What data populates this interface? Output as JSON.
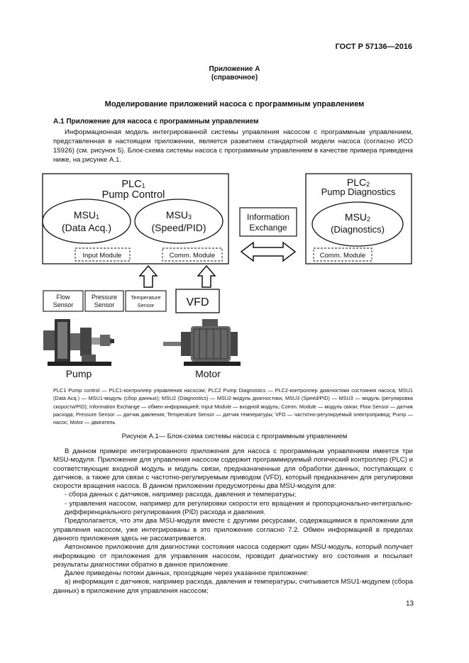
{
  "header": {
    "standard": "ГОСТ Р 57136—2016"
  },
  "annex": {
    "title": "Приложение А",
    "note": "(справочное)"
  },
  "doc_title": "Моделирование приложений насоса с программным управлением",
  "section": {
    "heading": "А.1 Приложение для насоса с программным управлением"
  },
  "intro": "Информационная модель интегрированной системы управления насосом с программным управлением, представленная в настоящем приложении, является развитием стандартной модели насоса (согласно ИСО 15926) (см. рисунок 5). Блок-схема системы насоса с программным управлением в качестве примера приведена ниже, на рисунке А.1.",
  "diagram": {
    "plc1": {
      "line1": "PLC",
      "sub1": "1",
      "line2": "Pump Control"
    },
    "msu1": {
      "name": "MSU",
      "sub": "1",
      "role": "(Data Acq.)"
    },
    "msu3": {
      "name": "MSU",
      "sub": "3",
      "role": "(Speed/PID)"
    },
    "input_module": "Input Module",
    "comm_module_1": "Comm. Module",
    "info_exchange": {
      "line1": "Information",
      "line2": "Exchange"
    },
    "plc2": {
      "line1": "PLC",
      "sub1": "2",
      "line2": "Pump Diagnostics"
    },
    "msu2": {
      "name": "MSU",
      "sub": "2",
      "role": "(Diagnostics)"
    },
    "comm_module_2": "Comm. Module",
    "sensors": [
      {
        "line1": "Flow",
        "line2": "Sensor"
      },
      {
        "line1": "Pressure",
        "line2": "Sensor"
      },
      {
        "line1": "Temperature",
        "line2": "Sensor"
      }
    ],
    "vfd": "VFD",
    "pump_label": "Pump",
    "motor_label": "Motor"
  },
  "legend": "PLC1 Pump control — PLC1-контроллер управления насосом; PLC2 Pump Diagnostics — PLC2-контроллер диагностики состояния насоса; MSU1 (Data Acq.) — MSU1-модуль (сбор данных); MSU2 (Diagnostics) — MSU2-модуль диагностики, MSU3 (Speed/PID) — MSU3 — модуль (регулировка скорости/PID); Information Exchange — обмен информацией; Input Module — входной модуль; Comm. Module — модуль связи; Flow Sensor — датчик расхода; Pressure Sensor — датчик давления; Temperature Sensor — датчик температуры; VFD — частотно-регулируемый электропривод; Pump — насос; Motor — двигатель",
  "caption": "Рисунок А.1— Блок-схема системы насоса с программным управлением",
  "body": {
    "p1": "В данном примере интегрированного приложения для насоса с программным управлением имеется три MSU-модуля. Приложение для управления насосом содержит программируемый логический контроллер (PLC) и соответствующие входной модуль и модуль связи, предназначенные для обработки данных, поступающих с датчиков, а также для связи с частотно-регулируемым приводом (VFD), который предназначен для регулировки скорости вращения насоса. В данном приложении предусмотрены два MSU-модуля для:",
    "li1": "- сбора данных с датчиков, например расхода, давления и температуры;",
    "li2": "- управления насосом, например для регулировки скорости его вращения и пропорционально-интегрально-дифференциального регулирования (PID) расхода и давления.",
    "p2": "Предполагается, что эти два MSU-модуля вместе с другими ресурсами, содержащимися в приложении для управления насосом, уже интегрированы в это приложение согласно 7.2. Обмен информацией в пределах данного приложения здесь не рассматривается.",
    "p3": "Автономное приложение для диагностики состояния насоса содержит один MSU-модуль, который получает информацию от приложения для управления насосом, проводит диагностику его состояния и посылает результаты диагностики обратно в данное приложение.",
    "p4": "Далее приведены потоки данных, проходящие через указанное приложение:",
    "p5": "а) информация с датчиков, например расхода, давления и температуры, считывается MSU1-модулем (сбора данных) в приложение для управления насосом;"
  },
  "page_number": "13"
}
